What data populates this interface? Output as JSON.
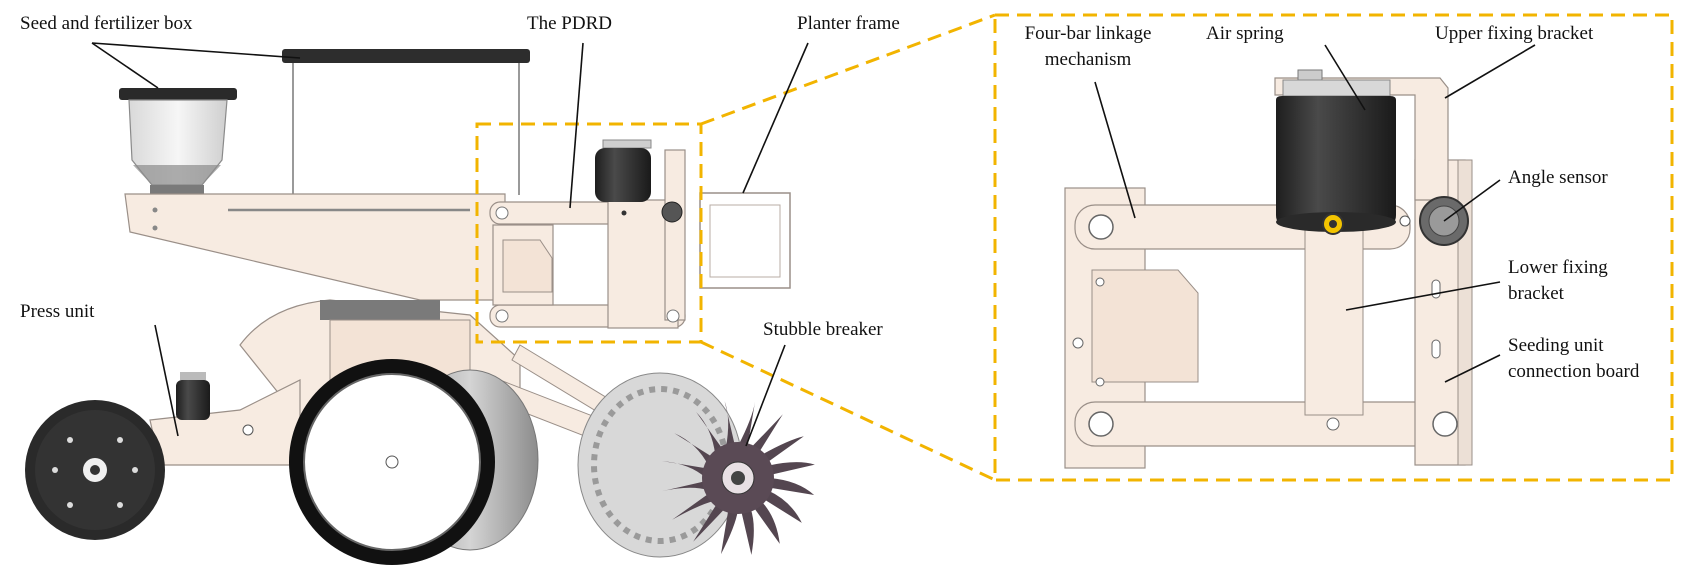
{
  "colors": {
    "frame": "#f7ebe1",
    "frame_stroke": "#9a8f88",
    "highlight_box": "#f2b400",
    "dark_part": "#2b2b2b",
    "leader": "#111111"
  },
  "labels": {
    "seed_box": "Seed and fertilizer box",
    "pdrd": "The PDRD",
    "planter_frame": "Planter frame",
    "press_unit": "Press unit",
    "stubble_breaker": "Stubble breaker",
    "four_bar_line1": "Four-bar linkage",
    "four_bar_line2": "mechanism",
    "air_spring": "Air spring",
    "upper_bracket": "Upper fixing bracket",
    "angle_sensor": "Angle sensor",
    "lower_bracket_line1": "Lower fixing",
    "lower_bracket_line2": "bracket",
    "seeding_board_line1": "Seeding  unit",
    "seeding_board_line2": "connection board"
  },
  "icons": [
    "seed-hopper-icon",
    "air-spring-icon",
    "press-wheel-icon",
    "gauge-wheel-icon",
    "stubble-breaker-wheel-icon",
    "angle-sensor-icon"
  ]
}
